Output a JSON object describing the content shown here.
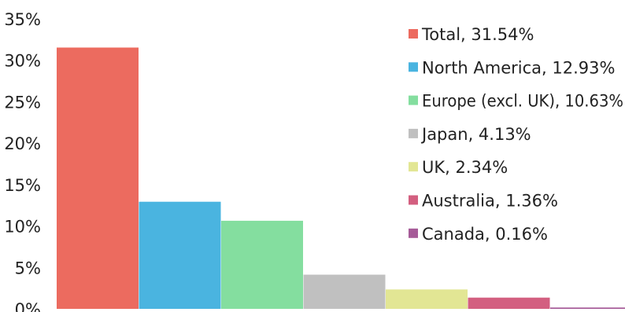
{
  "chart_data": {
    "type": "bar",
    "categories": [
      "Total",
      "North America",
      "Europe (excl. UK)",
      "Japan",
      "UK",
      "Australia",
      "Canada"
    ],
    "values": [
      31.54,
      12.93,
      10.63,
      4.13,
      2.34,
      1.36,
      0.16
    ],
    "colors": [
      "#ec6b5f",
      "#4ab4e0",
      "#84de9f",
      "#c0c0c0",
      "#e2e694",
      "#d35f80",
      "#a65b98"
    ],
    "ylim": [
      0,
      35
    ],
    "yticks": [
      0,
      5,
      10,
      15,
      20,
      25,
      30,
      35
    ],
    "ytick_labels": [
      "0%",
      "5%",
      "10%",
      "15%",
      "20%",
      "25%",
      "30%",
      "35%"
    ],
    "legend_entries": [
      "Total, 31.54%",
      "North America, 12.93%",
      "Europe (excl. UK), 10.63%",
      "Japan, 4.13%",
      "UK, 2.34%",
      "Australia, 1.36%",
      "Canada, 0.16%"
    ],
    "legend_position": "top-right",
    "grid": false
  }
}
